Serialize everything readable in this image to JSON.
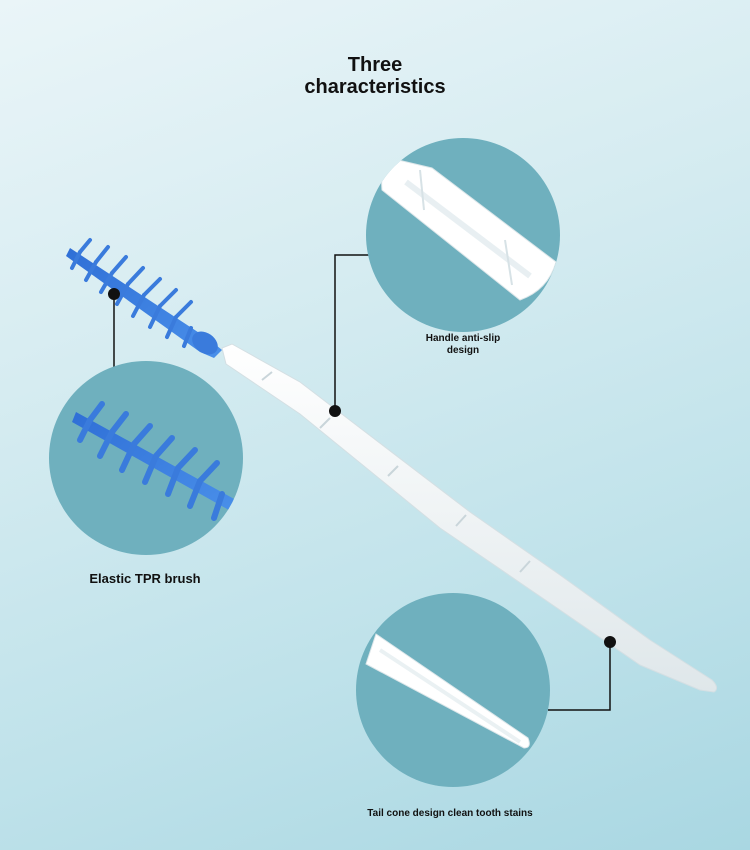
{
  "heading": {
    "line1": "Three",
    "line2": "characteristics"
  },
  "features": {
    "handle": "Handle anti-slip design",
    "handle_line1": "Handle anti-slip",
    "handle_line2": "design",
    "brush": "Elastic TPR brush",
    "tail": "Tail cone design clean tooth stains"
  },
  "colors": {
    "background": "#cfe8ee",
    "circle": "#6fb0be",
    "brush_blue": "#3d7ee0",
    "stick_white": "#ffffff",
    "callout_line": "#111111"
  },
  "icons": [
    "dental-pick-image",
    "callout-dot"
  ]
}
